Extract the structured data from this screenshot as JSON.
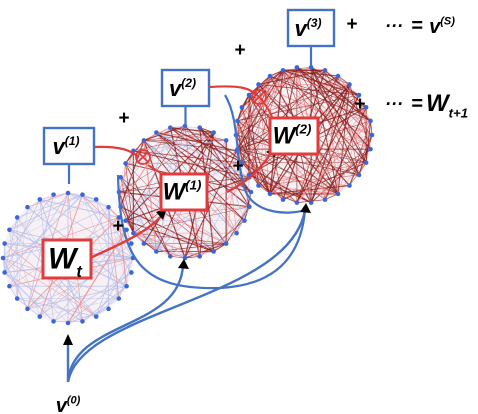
{
  "colors": {
    "blue": "#4472c4",
    "red": "#e23b3b",
    "edge_red_dark": "#8b1a1a",
    "edge_pink": "#f08a8a",
    "edge_lavender": "#b8bfe8",
    "node_blue": "#3b66d8"
  },
  "v_vectors": [
    {
      "base": "v",
      "sup": "(1)"
    },
    {
      "base": "v",
      "sup": "(2)"
    },
    {
      "base": "v",
      "sup": "(3)"
    }
  ],
  "v0": {
    "base": "v",
    "sup": "(0)"
  },
  "w_matrices": [
    {
      "base": "W",
      "sub": "t",
      "sup": ""
    },
    {
      "base": "W",
      "sub": "",
      "sup": "(1)"
    },
    {
      "base": "W",
      "sub": "",
      "sup": "(2)"
    }
  ],
  "operators": {
    "plus": "+",
    "ellipsis": "···",
    "equals": "=",
    "multiply_icon": "circle-times-icon"
  },
  "result_vector": {
    "base": "v",
    "sup": "(S)"
  },
  "result_matrix": {
    "base": "W",
    "sub": "t+1"
  }
}
